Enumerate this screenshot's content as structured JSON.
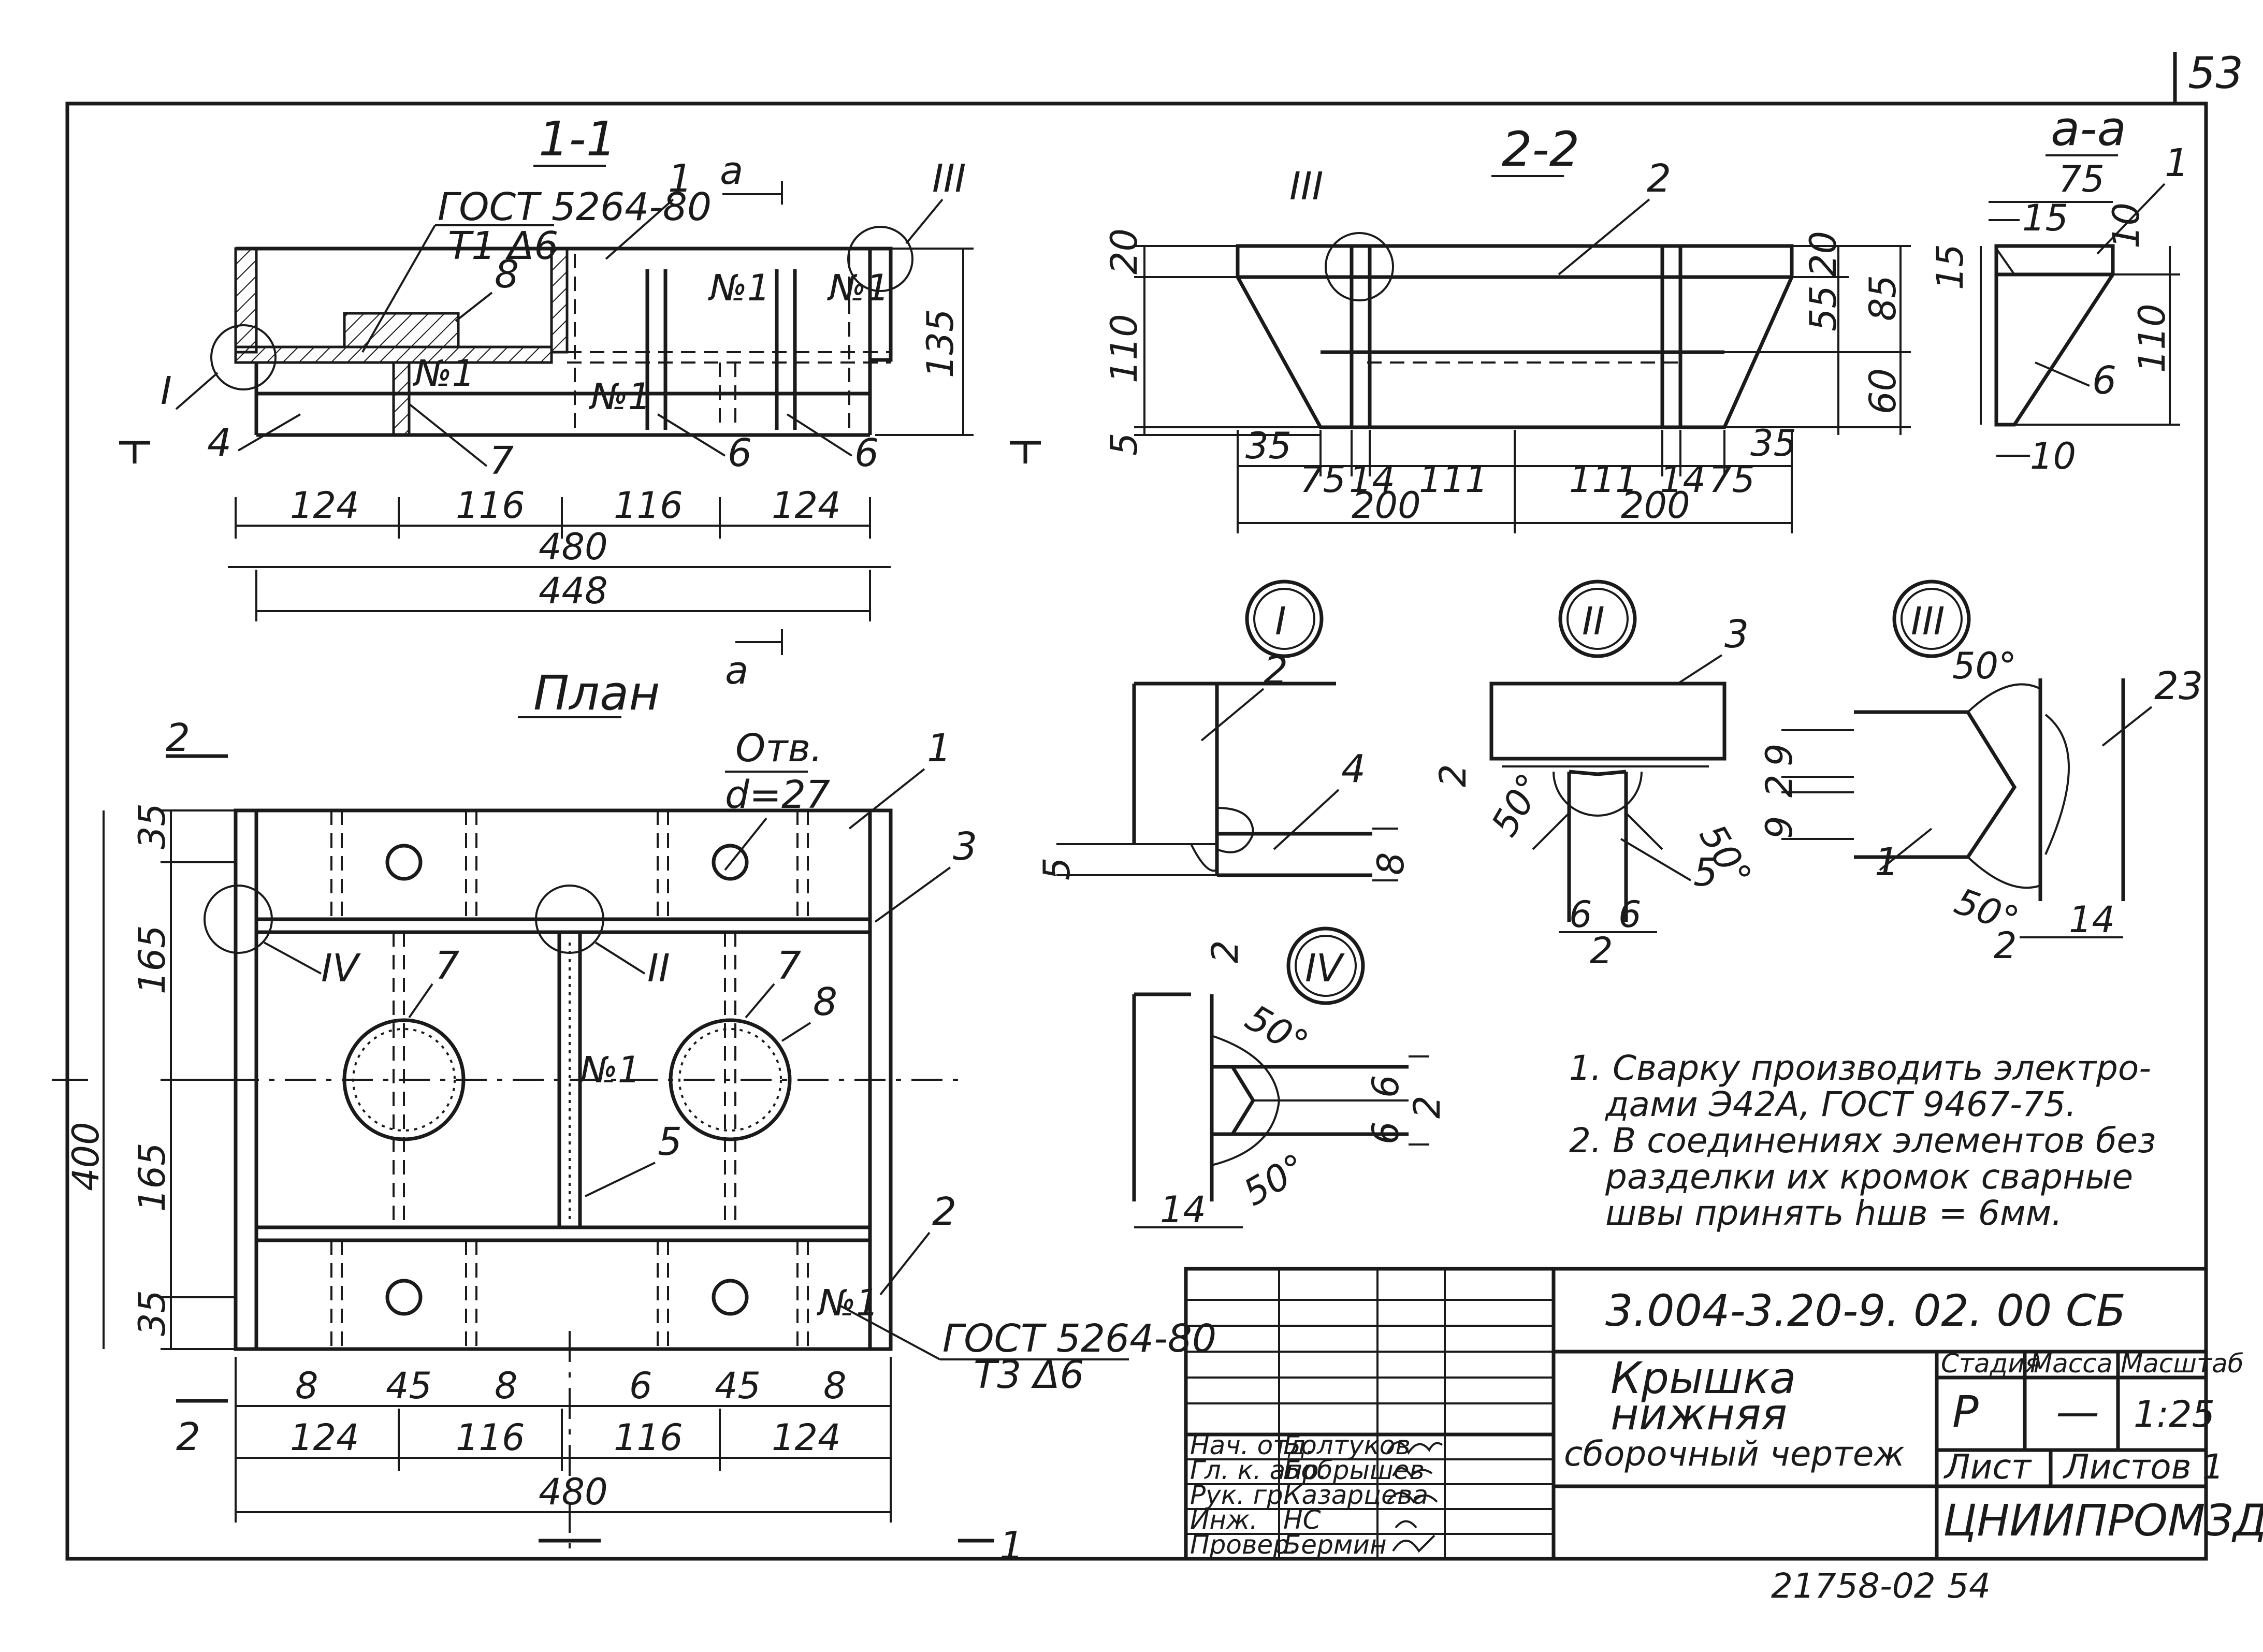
{
  "sheet": {
    "page_number": "53",
    "bottom_number": "54",
    "archive_number": "21758-02"
  },
  "section_1_1": {
    "title": "1-1",
    "gost": "ГОСТ 5264-80",
    "weld": "Т1 Δ6",
    "cut_a": "а",
    "callout_I": "I",
    "callout_III": "III",
    "pos_1": "1",
    "pos_4": "4",
    "pos_6a": "6",
    "pos_6b": "6",
    "pos_7": "7",
    "pos_8": "8",
    "weld_n1a": "№1",
    "weld_n1b": "№1",
    "weld_n1c": "№1",
    "weld_n1d": "№1",
    "dims": [
      "124",
      "116",
      "116",
      "124"
    ],
    "dim_480": "480",
    "dim_448": "448",
    "dim_135": "135"
  },
  "section_2_2": {
    "title": "2-2",
    "callout_III": "III",
    "pos_2": "2",
    "dim_20a": "20",
    "dim_110": "110",
    "dim_5": "5",
    "dim_20b": "20",
    "dim_55": "55",
    "dim_85": "85",
    "dim_60": "60",
    "dim_35a": "35",
    "dim_75a": "75",
    "dim_14a": "14",
    "dim_111a": "111",
    "dim_111b": "111",
    "dim_14b": "14",
    "dim_75b": "75",
    "dim_35b": "35",
    "dim_200a": "200",
    "dim_200b": "200"
  },
  "section_a_a": {
    "title": "а-а",
    "pos_1": "1",
    "pos_6": "6",
    "dim_75": "75",
    "dim_15a": "15",
    "dim_10a": "10",
    "dim_15b": "15",
    "dim_110": "110",
    "dim_10b": "10"
  },
  "plan": {
    "title": "План",
    "hole_note": "Отв.",
    "hole_dia": "d=27",
    "cut_2": "2",
    "cut_1": "1",
    "callout_IV": "IV",
    "callout_II": "II",
    "pos_1": "1",
    "pos_3": "3",
    "pos_7a": "7",
    "pos_7b": "7",
    "pos_8": "8",
    "pos_5": "5",
    "pos_2": "2",
    "weld_n1": "№1",
    "weld_n1b": "№1",
    "gost": "ГОСТ 5264-80",
    "weld": "Т3 Δ6",
    "dim_400": "400",
    "dim_35a": "35",
    "dim_165a": "165",
    "dim_165b": "165",
    "dim_35b": "35",
    "small_dims": [
      "8",
      "45",
      "8",
      "6",
      "45",
      "8"
    ],
    "dims": [
      "124",
      "116",
      "116",
      "124"
    ],
    "dim_480": "480"
  },
  "detail_I": {
    "title": "I",
    "pos_2": "2",
    "pos_4": "4",
    "dim_5": "5",
    "dim_8": "8"
  },
  "detail_II": {
    "title": "II",
    "pos_3": "3",
    "pos_5": "5",
    "dim_2": "2",
    "ang_a": "50°",
    "ang_b": "50°",
    "dim_6a": "6",
    "dim_6b": "6",
    "dim_2b": "2"
  },
  "detail_III": {
    "title": "III",
    "pos_1": "1",
    "pos_23": "23",
    "ang_a": "50°",
    "ang_b": "50°",
    "dim_9a": "9",
    "dim_2": "2",
    "dim_9b": "9",
    "dim_2b": "2",
    "dim_14": "14"
  },
  "detail_IV": {
    "title": "IV",
    "dim_2": "2",
    "ang_a": "50°",
    "ang_b": "50°",
    "dim_6a": "6",
    "dim_2b": "2",
    "dim_6b": "6",
    "dim_14": "14"
  },
  "notes": [
    "1. Сварку производить электро-",
    "дами Э42А, ГОСТ 9467-75.",
    "2. В соединениях элементов без",
    "разделки их кромок сварные",
    "швы принять hшв = 6мм."
  ],
  "title_block": {
    "code": "3.004-3.20-9. 02. 00 СБ",
    "name_line1": "Крышка",
    "name_line2": "нижняя",
    "name_line3": "сборочный чертеж",
    "stage_label": "Стадия",
    "mass_label": "Масса",
    "scale_label": "Масштаб",
    "stage_value": "Р",
    "mass_value": "—",
    "scale_value": "1:25",
    "sheet_label": "Лист",
    "sheets_label": "Листов 1",
    "organization": "ЦНИИПРОМЗДАНИЙ",
    "roles": [
      "Нач. отд.",
      "Гл. к. апр.",
      "Рук. гр.",
      "Инж.",
      "Провер."
    ],
    "names": [
      "Болтуков",
      "Бобрышев",
      "Казарцева",
      "НС",
      "Бермин"
    ]
  }
}
